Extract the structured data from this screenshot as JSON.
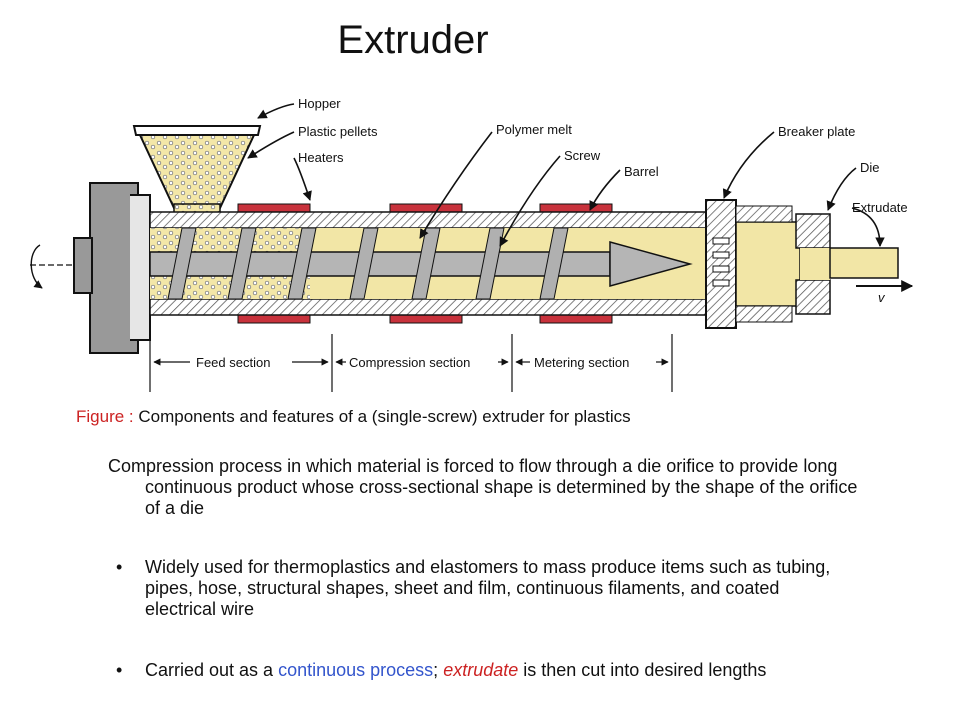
{
  "title": "Extruder",
  "diagram": {
    "labels": {
      "hopper": "Hopper",
      "pellets": "Plastic pellets",
      "heaters": "Heaters",
      "polymer_melt": "Polymer melt",
      "screw": "Screw",
      "barrel": "Barrel",
      "breaker_plate": "Breaker plate",
      "die": "Die",
      "extrudate": "Extrudate",
      "velocity": "v",
      "feed_section": "Feed section",
      "compression_section": "Compression section",
      "metering_section": "Metering section"
    }
  },
  "caption": {
    "prefix": "Figure : ",
    "text": "Components and features of a (single-screw) extruder for plastics"
  },
  "intro": "Compression process in which material is forced to flow through a die orifice to provide long continuous product whose cross-sectional shape is determined by the shape of the orifice of  a die",
  "bullets": {
    "marker": "•",
    "b1": "Widely used for thermoplastics and elastomers to mass produce items such as tubing, pipes, hose, structural shapes, sheet and film, continuous filaments, and coated electrical wire",
    "b2": {
      "pre": "Carried out as a ",
      "highlight1": "continuous process",
      "mid": "; ",
      "highlight2": "extrudate",
      "post": " is then cut into desired lengths"
    }
  }
}
